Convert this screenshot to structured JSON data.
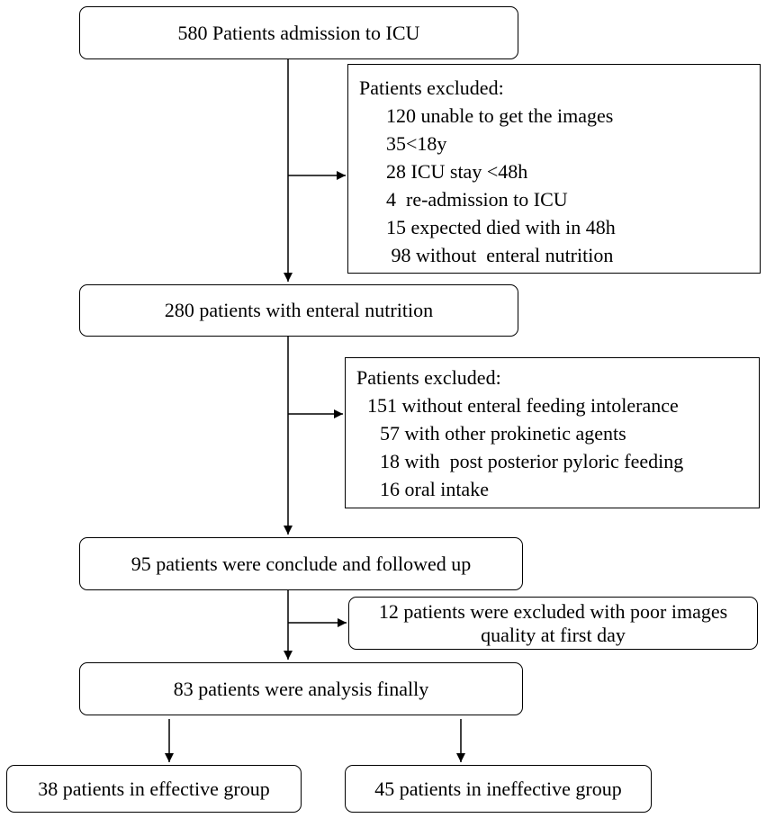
{
  "nodes": {
    "admission": "580 Patients admission to ICU",
    "enteral": "280 patients with enteral nutrition",
    "concluded": "95 patients were conclude and followed up",
    "analysis": "83 patients were analysis finally",
    "effective": "38 patients in effective group",
    "ineffective": "45 patients  in ineffective group"
  },
  "exclusions_1": {
    "title": "Patients excluded:",
    "items": [
      "120 unable to get the images",
      "35<18y",
      "28 ICU stay <48h",
      "4  re-admission to ICU",
      "15 expected died with in 48h",
      " 98 without  enteral nutrition"
    ]
  },
  "exclusions_2": {
    "title": "Patients excluded:",
    "items": [
      "151 without enteral feeding intolerance",
      "57 with other prokinetic agents",
      "18 with  post posterior pyloric feeding",
      "16 oral intake"
    ]
  },
  "exclusions_3": {
    "line1": "12 patients were excluded with poor images",
    "line2": "quality at first day"
  }
}
